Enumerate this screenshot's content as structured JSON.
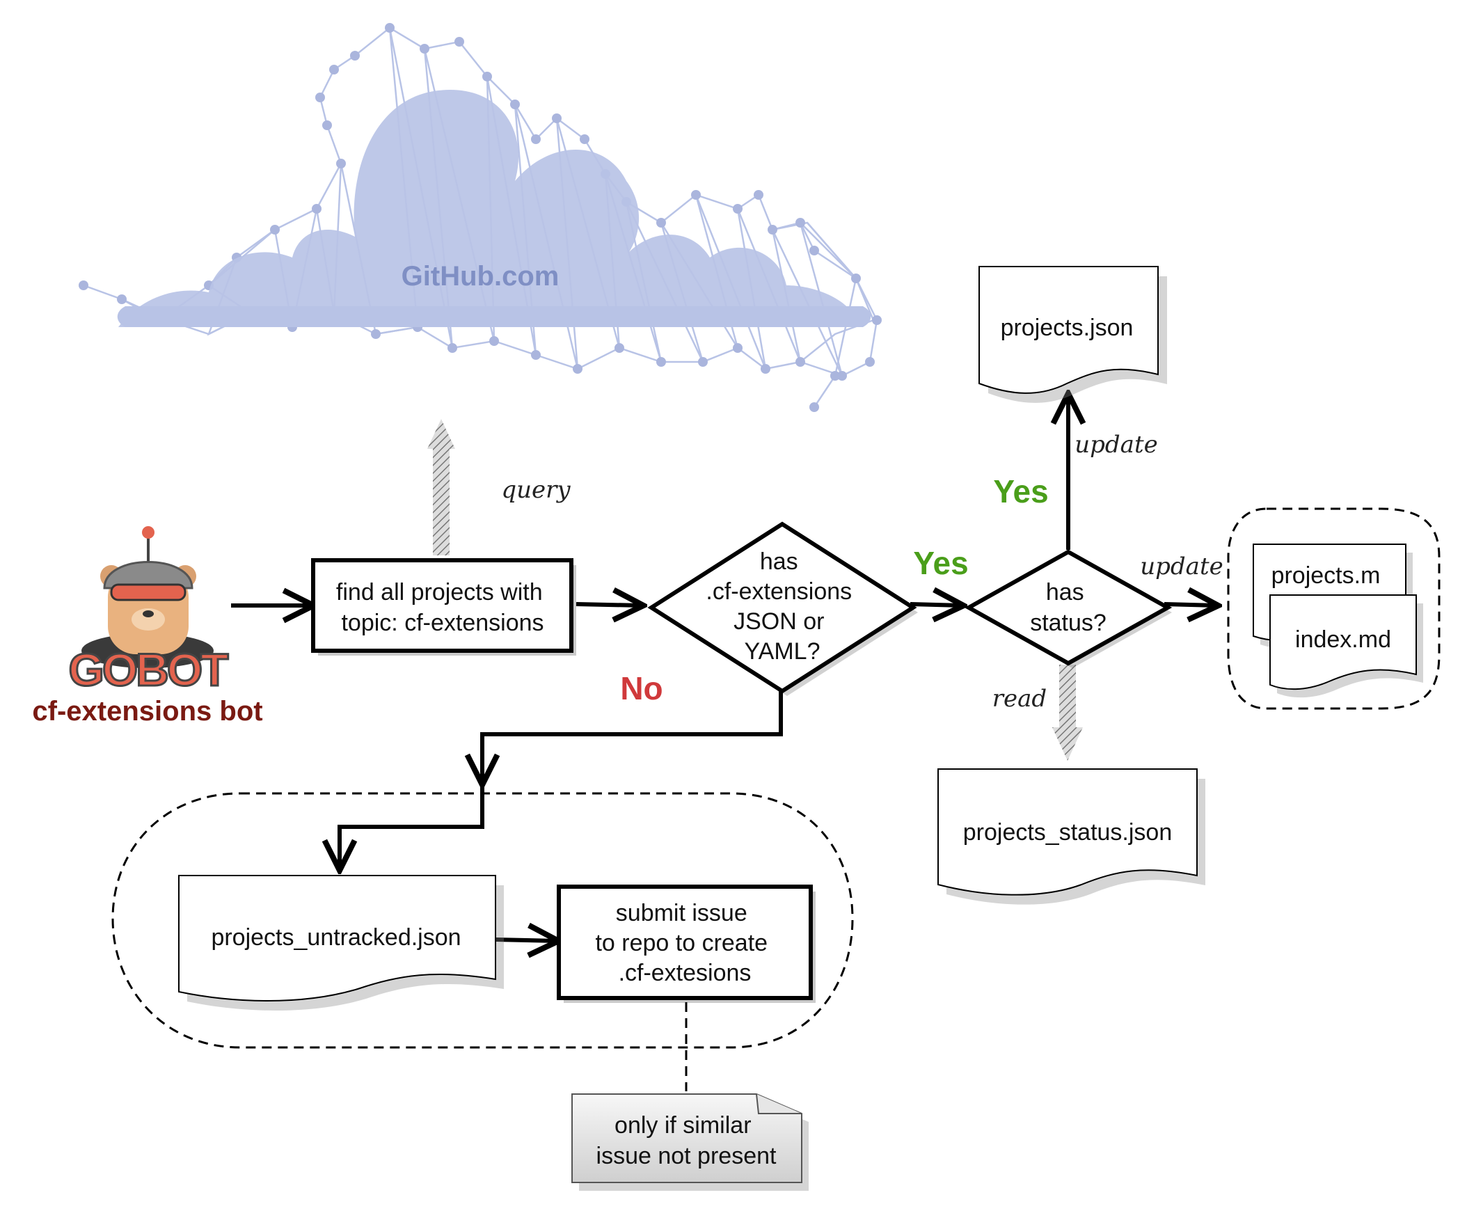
{
  "cloud": {
    "label": "GitHub.com"
  },
  "bot": {
    "logo_text": "GOBOT",
    "caption": "cf-extensions bot"
  },
  "edges": {
    "query": "query",
    "update_top": "update",
    "update_right": "update",
    "read": "read"
  },
  "branches": {
    "yes_1": "Yes",
    "yes_2": "Yes",
    "no": "No"
  },
  "process": {
    "find_projects": [
      "find all projects with",
      "topic: cf-extensions"
    ],
    "submit_issue": [
      "submit issue",
      "to repo to create",
      ".cf-extesions"
    ]
  },
  "decisions": {
    "has_cf_extensions": [
      "has",
      ".cf-extensions",
      "JSON or",
      "YAML?"
    ],
    "has_status": [
      "has",
      "status?"
    ]
  },
  "documents": {
    "projects_json": "projects.json",
    "projects_md": "projects.m",
    "index_md": "index.md",
    "projects_status_json": "projects_status.json",
    "projects_untracked_json": "projects_untracked.json"
  },
  "note": [
    "only if similar",
    "issue not present"
  ],
  "colors": {
    "cloud": "#b8c3e6",
    "cloud_text": "#7f8fc4",
    "yes": "#4a9e1a",
    "no": "#d0393b",
    "bot_caption": "#7a1a12",
    "gobot_logo": "#e3634e"
  }
}
